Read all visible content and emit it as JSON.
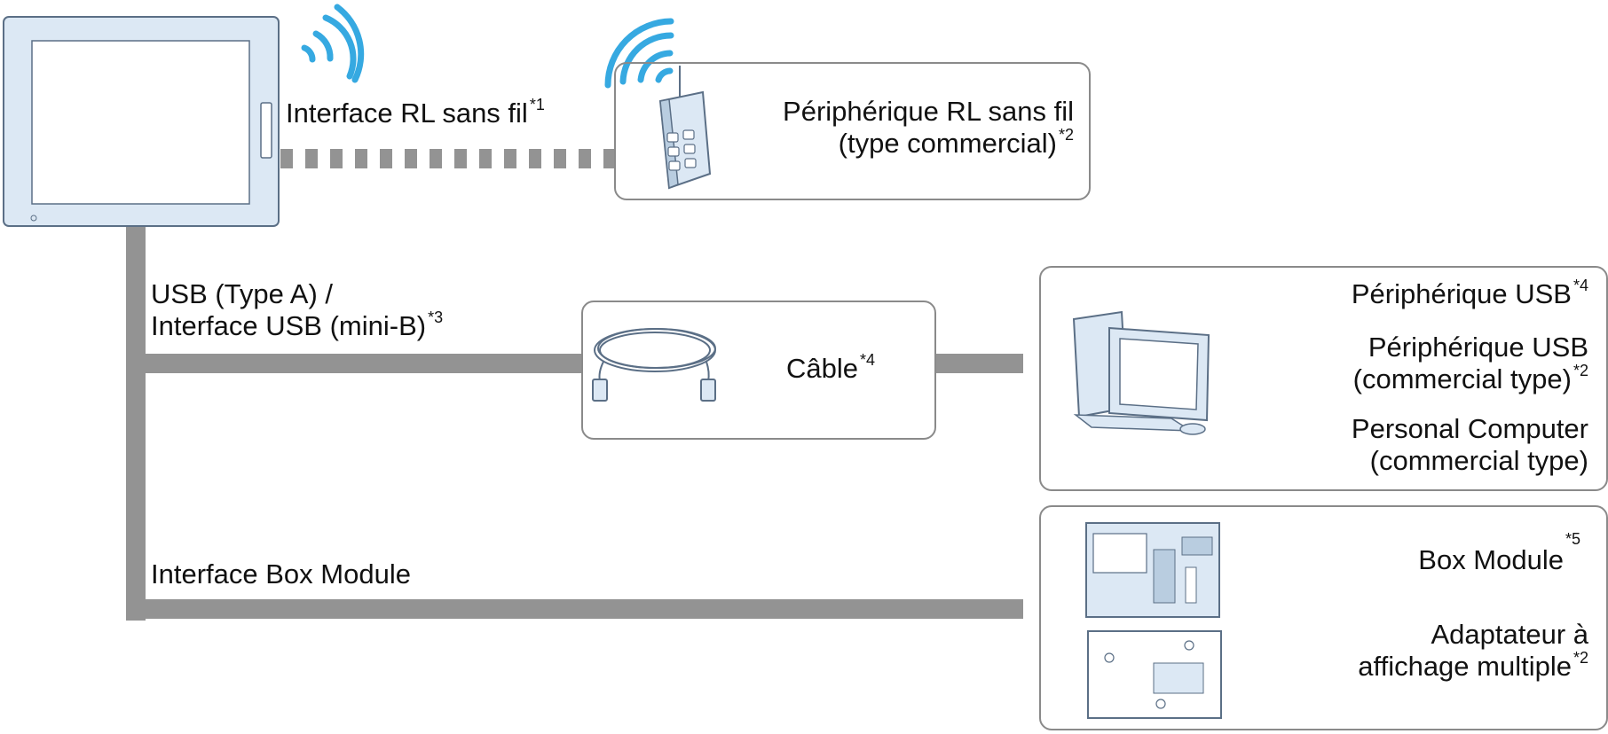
{
  "wireless": {
    "interface_label": "Interface RL sans fil",
    "interface_note": "*1",
    "device_line1": "Périphérique RL sans fil",
    "device_line2": "(type commercial)",
    "device_note": "*2"
  },
  "usb": {
    "interface_line1": "USB (Type A) /",
    "interface_line2": "Interface USB (mini-B)",
    "interface_note": "*3",
    "cable_label": "Câble",
    "cable_note": "*4",
    "device_items": [
      {
        "line1": "Périphérique USB",
        "line2": "",
        "note": "*4"
      },
      {
        "line1": "Périphérique USB",
        "line2": "(commercial type)",
        "note": "*2"
      },
      {
        "line1": "Personal Computer",
        "line2": "(commercial type)",
        "note": ""
      }
    ]
  },
  "box": {
    "interface_label": "Interface Box Module",
    "module_label": "Box Module",
    "module_note": "*5",
    "adapter_line1": "Adaptateur à",
    "adapter_line2": "affichage multiple",
    "adapter_note": "*2"
  },
  "colors": {
    "line": "#939393",
    "wifi": "#36a9e1",
    "device_fill": "#dce8f4",
    "device_stroke": "#5b6f86"
  }
}
